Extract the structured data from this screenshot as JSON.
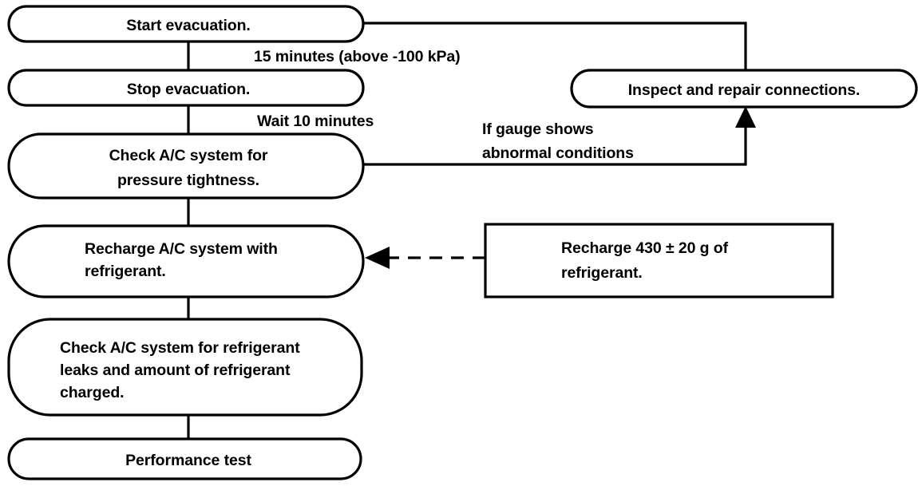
{
  "diagram": {
    "title": "A/C evacuation and recharge procedure flowchart",
    "background_color": "#ffffff",
    "line_color": "#000000",
    "nodes": [
      {
        "id": "start-evacuation",
        "shape": "stadium",
        "lines": [
          "Start evacuation."
        ],
        "align": "center"
      },
      {
        "id": "stop-evacuation",
        "shape": "stadium",
        "lines": [
          "Stop evacuation."
        ],
        "align": "center"
      },
      {
        "id": "check-pressure-tightness",
        "shape": "stadium",
        "lines": [
          "Check A/C system for",
          "pressure tightness."
        ],
        "align": "center"
      },
      {
        "id": "recharge-system",
        "shape": "stadium",
        "lines": [
          "Recharge A/C system with",
          "refrigerant."
        ],
        "align": "left"
      },
      {
        "id": "check-leaks",
        "shape": "stadium",
        "lines": [
          "Check A/C system for refrigerant",
          "leaks and amount of refrigerant",
          "charged."
        ],
        "align": "left"
      },
      {
        "id": "performance-test",
        "shape": "stadium",
        "lines": [
          "Performance test"
        ],
        "align": "center"
      },
      {
        "id": "inspect-repair-connections",
        "shape": "stadium",
        "lines": [
          "Inspect and repair connections."
        ],
        "align": "center"
      },
      {
        "id": "recharge-amount-note",
        "shape": "rectangle",
        "lines": [
          "Recharge 430 ± 20 g of",
          "refrigerant."
        ],
        "align": "left"
      }
    ],
    "edge_labels": [
      {
        "id": "label-15-minutes",
        "lines": [
          "15 minutes (above -100 kPa)"
        ]
      },
      {
        "id": "label-wait-10-minutes",
        "lines": [
          "Wait 10 minutes"
        ]
      },
      {
        "id": "label-abnormal-conditions",
        "lines": [
          "If gauge shows",
          "abnormal conditions"
        ]
      }
    ]
  }
}
